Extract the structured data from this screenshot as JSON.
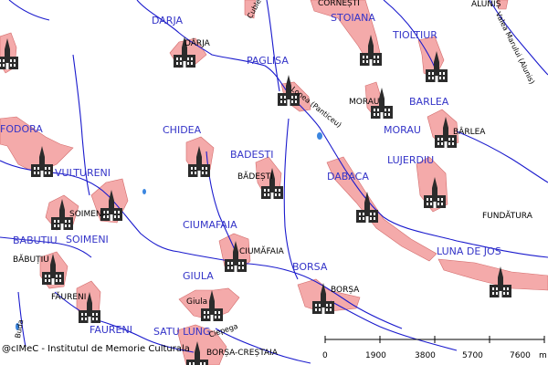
{
  "colors": {
    "river": "#1a1acd",
    "road": "#1a1acd",
    "settlement_area": "#f4aaaa",
    "settlement_outline": "#d36b6b",
    "region_label": "#3434c8",
    "church_icon": "#2b2b2b",
    "pond": "#3b86e0"
  },
  "church_icon": "church-icon",
  "region_labels": [
    "DARJA",
    "PAGLISA",
    "STOIANA",
    "TIOLTIUR",
    "BARLEA",
    "MORAU",
    "FODORA",
    "CHIDEA",
    "BADESTI",
    "LUJERDIU",
    "VULTURENI",
    "DABACA",
    "SOIMENI",
    "CIUMAFAIA",
    "BABUTIU",
    "LUNA DE JOS",
    "BORSA",
    "GIULA",
    "FAURENI",
    "SATU LUNG"
  ],
  "village_labels": [
    "CORNEȘTI",
    "ALUNIȘ",
    "DÂRJA",
    "MORAU",
    "BÂRLEA",
    "BĂDEȘTI",
    "SOIMENI",
    "FUNDĂTURA",
    "CIUMĂFAIA",
    "BĂBUȚIU",
    "FĂURENI",
    "BORȘA",
    "Giula",
    "BORȘA-CREȘTAIA"
  ],
  "river_labels": [
    "Cubleș",
    "Lonea (Panticeu)",
    "Valea Marului (Alunis)",
    "Buda",
    "Ciepega"
  ],
  "credit": "@cIMeC - Institutul de Memorie Culturala",
  "scale_bar": {
    "ticks": [
      "0",
      "1900",
      "3800",
      "5700",
      "7600"
    ],
    "unit": "m"
  }
}
